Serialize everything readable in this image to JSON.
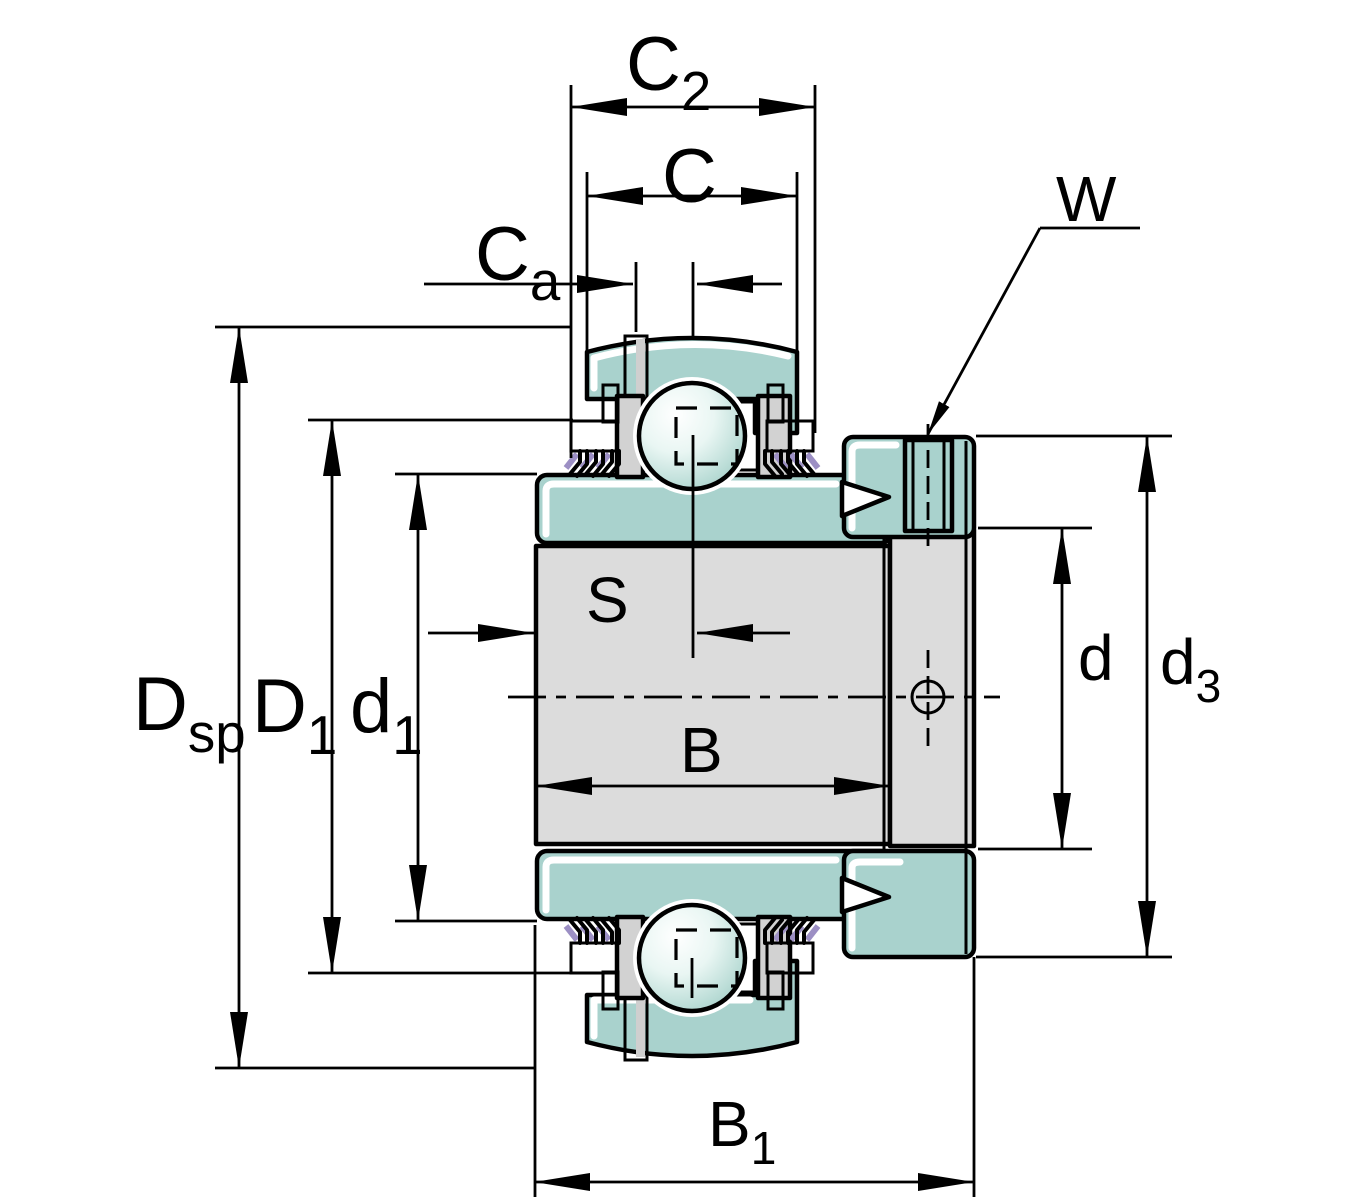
{
  "diagram": {
    "kind": "technical-dimension-drawing",
    "colors": {
      "ink": "#000000",
      "part_teal": "#a9d2cd",
      "part_gray": "#dcdcdc",
      "race_gray": "#d2d2d2",
      "seal_purple": "#9c8fc4",
      "contact_pink": "#e7d0d8",
      "screw_gray": "#c0c0c0",
      "background": "#ffffff"
    },
    "labels": {
      "c2": {
        "base": "C",
        "sub": "2"
      },
      "c": {
        "base": "C",
        "sub": ""
      },
      "ca": {
        "base": "C",
        "sub": "a"
      },
      "w": {
        "base": "W",
        "sub": ""
      },
      "dsp": {
        "base": "D",
        "sub": "sp"
      },
      "d1_cap": {
        "base": "D",
        "sub": "1"
      },
      "d1_low": {
        "base": "d",
        "sub": "1"
      },
      "s": {
        "base": "S",
        "sub": ""
      },
      "b": {
        "base": "B",
        "sub": ""
      },
      "b1": {
        "base": "B",
        "sub": "1"
      },
      "d": {
        "base": "d",
        "sub": ""
      },
      "d3": {
        "base": "d",
        "sub": "3"
      }
    }
  }
}
